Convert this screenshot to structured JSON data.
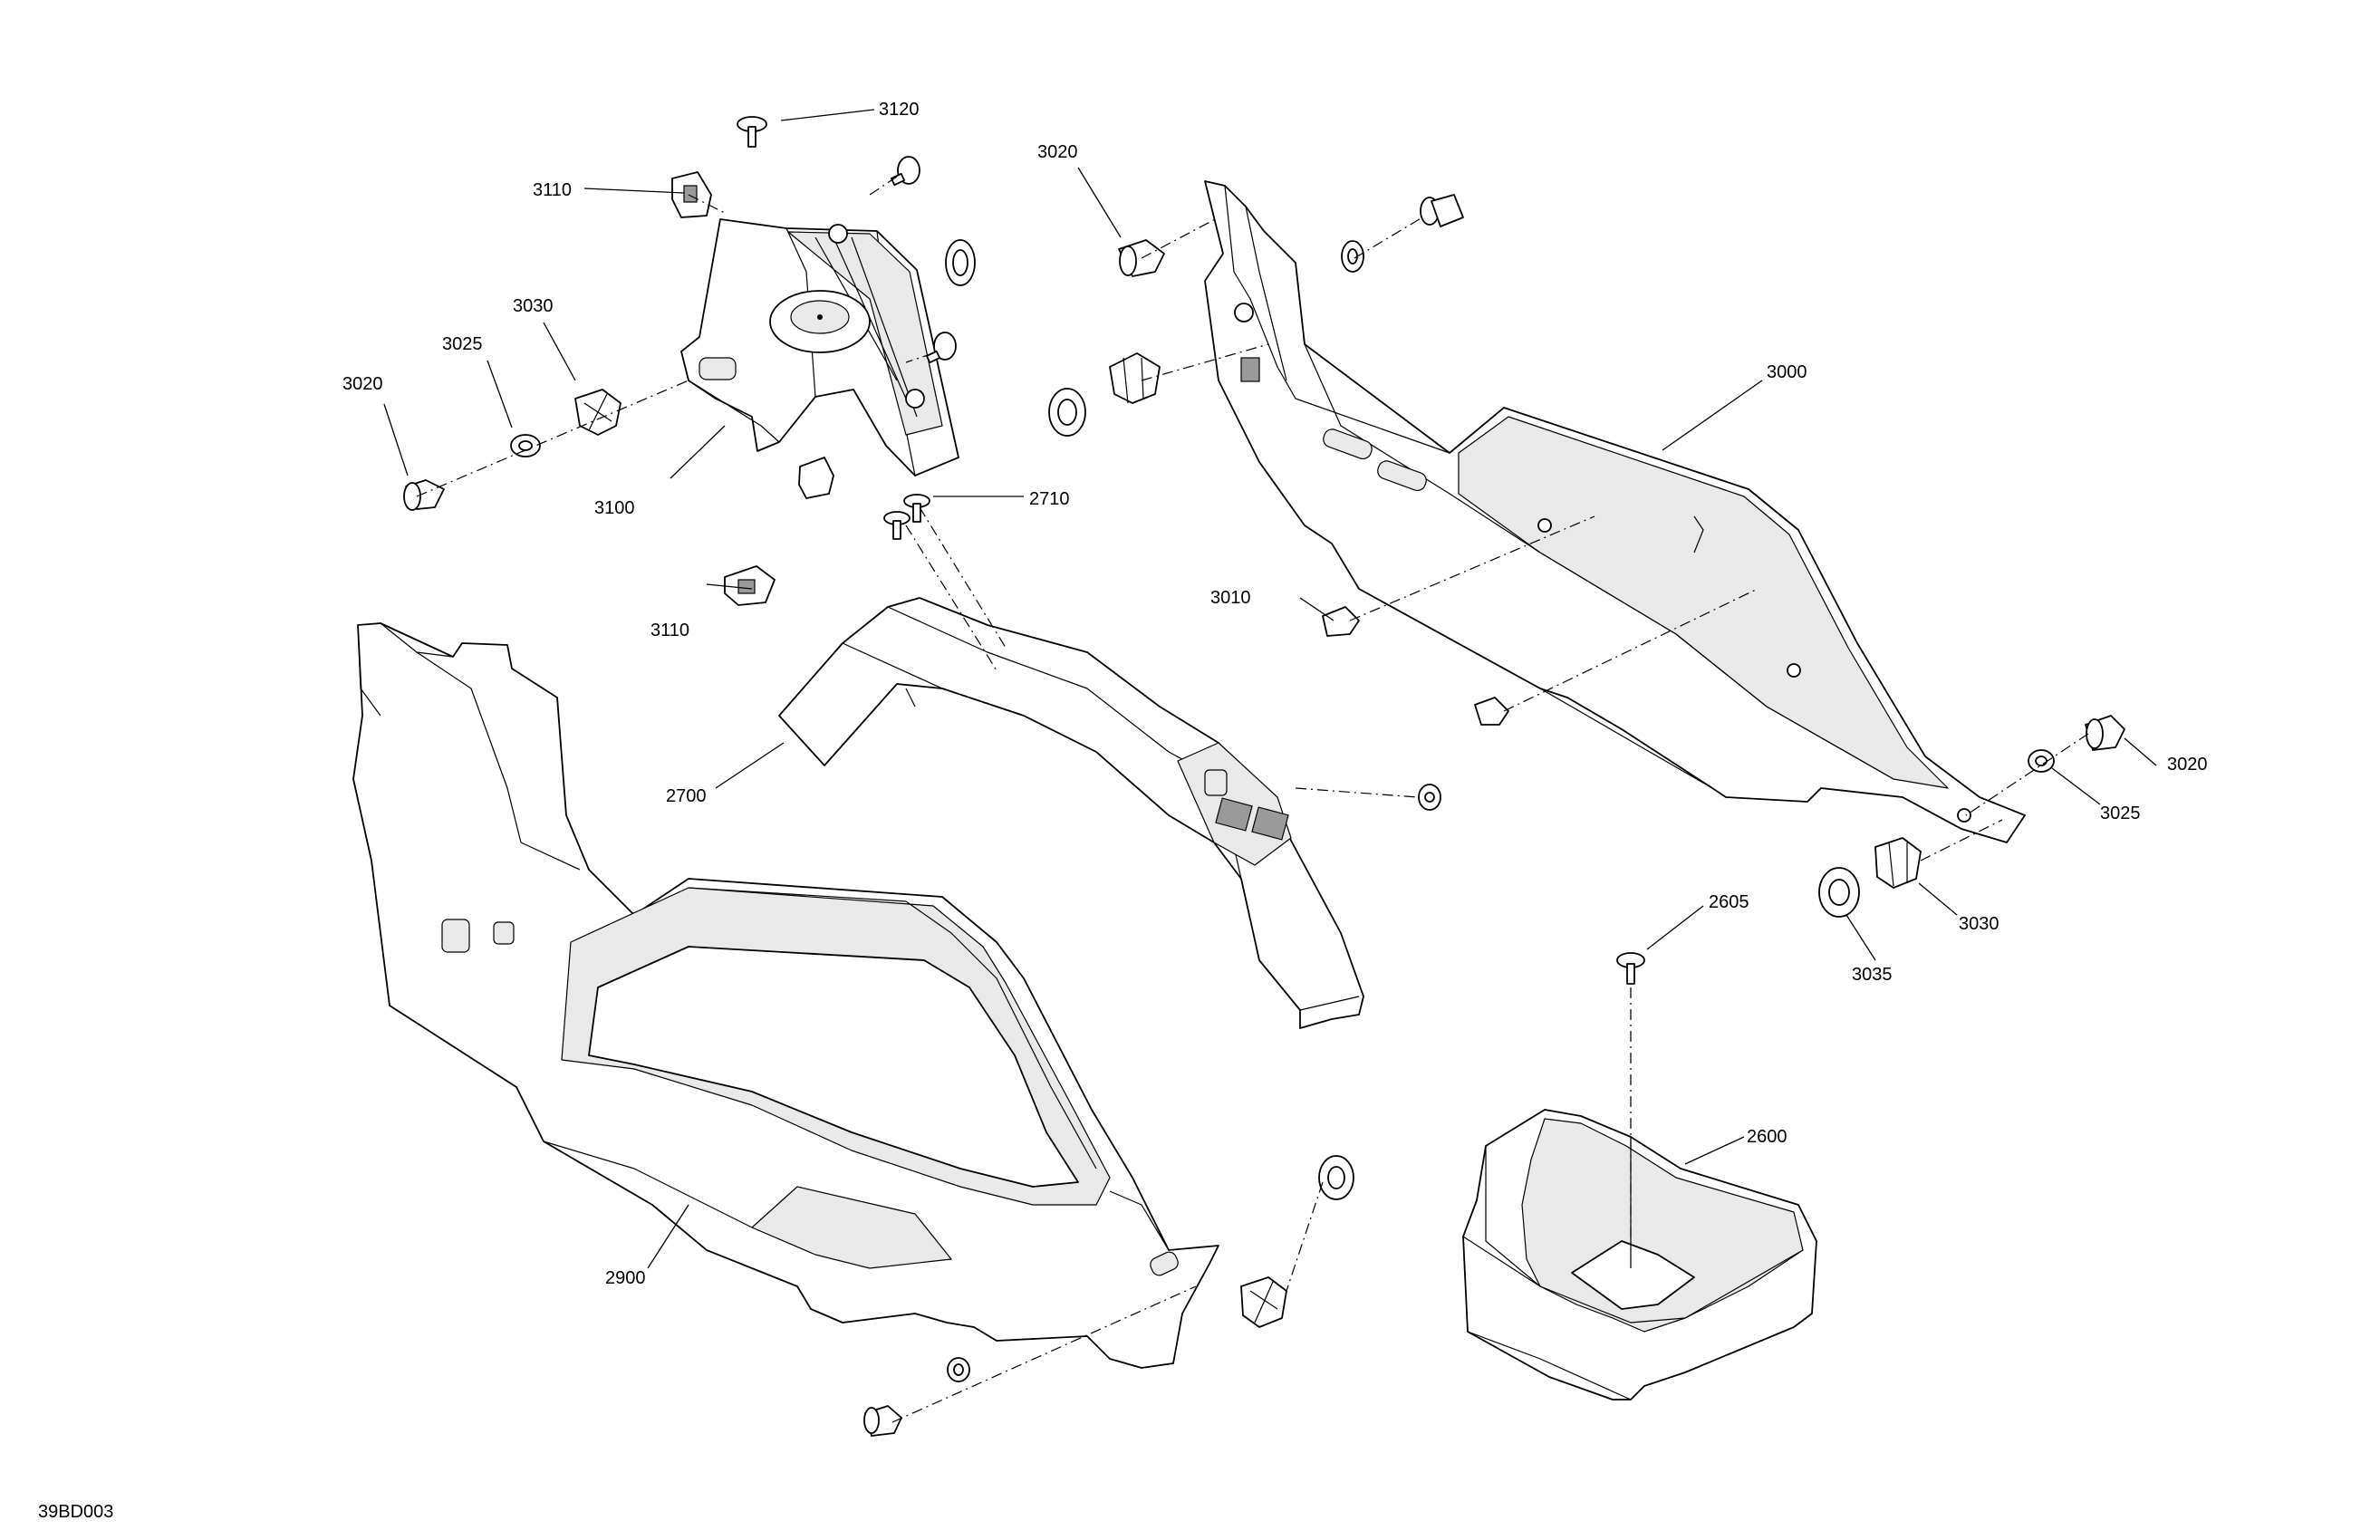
{
  "drawing_id": "39BD003",
  "callouts": {
    "c3120": "3120",
    "c3110_top": "3110",
    "c3020_top": "3020",
    "c3030_left": "3030",
    "c3025_left": "3025",
    "c3020_left": "3020",
    "c3100": "3100",
    "c2710": "2710",
    "c3110_mid": "3110",
    "c3000": "3000",
    "c3010": "3010",
    "c2700": "2700",
    "c3020_right": "3020",
    "c3025_right": "3025",
    "c3030_right": "3030",
    "c3035": "3035",
    "c2605": "2605",
    "c2600": "2600",
    "c2900": "2900"
  }
}
